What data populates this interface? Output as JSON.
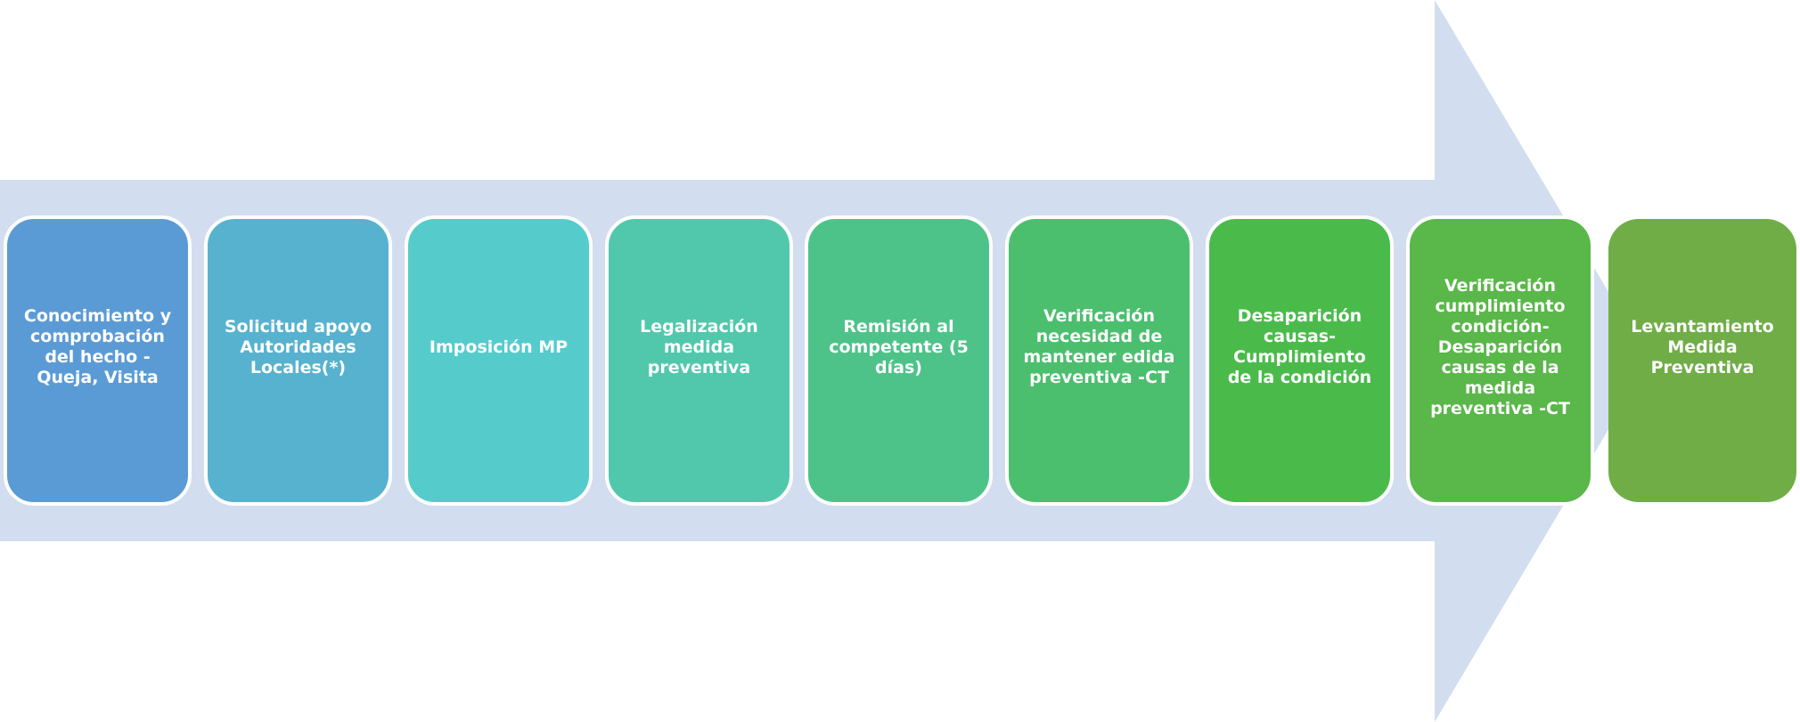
{
  "colors": {
    "arrow": "#D2DEEF",
    "steps": [
      "#5B9BD5",
      "#57B2CF",
      "#55CBCC",
      "#51C8AC",
      "#4DC38A",
      "#4BBF6E",
      "#4ABB4B",
      "#5AB74A",
      "#70AD47"
    ]
  },
  "steps": [
    {
      "label": "Conocimiento y comprobación del hecho - Queja, Visita"
    },
    {
      "label": "Solicitud apoyo Autoridades Locales(*)"
    },
    {
      "label": "Imposición MP"
    },
    {
      "label": "Legalización medida preventiva"
    },
    {
      "label": "Remisión al competente (5 días)"
    },
    {
      "label": "Verificación necesidad de mantener edida preventiva -CT"
    },
    {
      "label": "Desaparición causas- Cumplimiento de la condición"
    },
    {
      "label": "Verificación cumplimiento condición- Desaparición causas de la medida preventiva -CT"
    },
    {
      "label": "Levantamiento Medida Preventiva"
    }
  ]
}
